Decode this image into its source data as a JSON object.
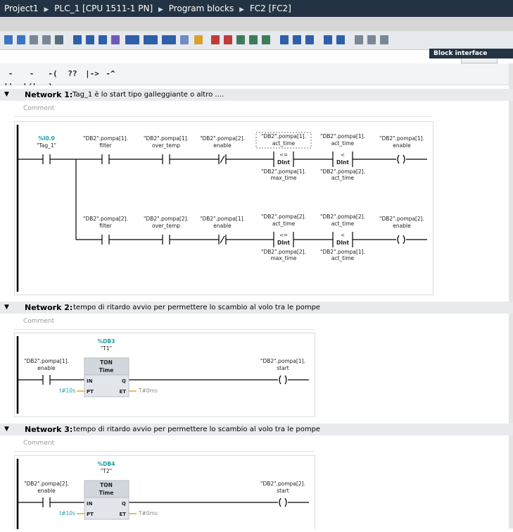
{
  "breadcrumb": [
    "Project1",
    "PLC_1 [CPU 1511-1 PN]",
    "Program blocks",
    "FC2 [FC2]"
  ],
  "block_interface_label": "Block interface",
  "favorites": [
    "-||-",
    "-|/|-",
    "-( )-",
    "??",
    "|->",
    "-^"
  ],
  "comment_placeholder": "Comment",
  "networks": [
    {
      "label": "Network 1:",
      "title": "Tag_1 è lo start tipo galleggiante o altro ...."
    },
    {
      "label": "Network 2:",
      "title": "tempo di ritardo avvio per permettere lo scambio al volo tra le pompe"
    },
    {
      "label": "Network 3:",
      "title": "tempo di ritardo avvio per permettere lo scambio al volo tra le pompe"
    }
  ],
  "n1": {
    "r1": {
      "c1_addr": "%I0.0",
      "c1_name": "\"Tag_1\"",
      "c2_l1": "\"DB2\".pompa[1].",
      "c2_l2": "filter",
      "c3_l1": "\"DB2\".pompa[1].",
      "c3_l2": "over_temp",
      "c4_l1": "\"DB2\".pompa[2].",
      "c4_l2": "enable",
      "cmp1_top1": "\"DB2\".pompa[1].",
      "cmp1_top2": "act_time",
      "cmp1_op": "<=",
      "cmp1_type": "DInt",
      "cmp1_bot1": "\"DB2\".pompa[1].",
      "cmp1_bot2": "max_time",
      "cmp2_top1": "\"DB2\".pompa[1].",
      "cmp2_top2": "act_time",
      "cmp2_op": "<",
      "cmp2_type": "DInt",
      "cmp2_bot1": "\"DB2\".pompa[2].",
      "cmp2_bot2": "act_time",
      "coil_l1": "\"DB2\".pompa[1].",
      "coil_l2": "enable"
    },
    "r2": {
      "c2_l1": "\"DB2\".pompa[2].",
      "c2_l2": "filter",
      "c3_l1": "\"DB2\".pompa[2].",
      "c3_l2": "over_temp",
      "c4_l1": "\"DB2\".pompa[1].",
      "c4_l2": "enable",
      "cmp1_top1": "\"DB2\".pompa[2].",
      "cmp1_top2": "act_time",
      "cmp1_op": "<=",
      "cmp1_type": "DInt",
      "cmp1_bot1": "\"DB2\".pompa[2].",
      "cmp1_bot2": "max_time",
      "cmp2_top1": "\"DB2\".pompa[2].",
      "cmp2_top2": "act_time",
      "cmp2_op": "<",
      "cmp2_type": "DInt",
      "cmp2_bot1": "\"DB2\".pompa[1].",
      "cmp2_bot2": "act_time",
      "coil_l1": "\"DB2\".pompa[2].",
      "coil_l2": "enable"
    }
  },
  "n2": {
    "db": "%DB3",
    "db_name": "\"T1\"",
    "ton": "TON",
    "ton_type": "Time",
    "in": "IN",
    "pt": "PT",
    "q": "Q",
    "et": "ET",
    "pt_val": "t#10s",
    "et_val": "T#0ms",
    "c_l1": "\"DB2\".pompa[1].",
    "c_l2": "enable",
    "coil_l1": "\"DB2\".pompa[1].",
    "coil_l2": "start"
  },
  "n3": {
    "db": "%DB4",
    "db_name": "\"T2\"",
    "ton": "TON",
    "ton_type": "Time",
    "in": "IN",
    "pt": "PT",
    "q": "Q",
    "et": "ET",
    "pt_val": "t#10s",
    "et_val": "T#0ms",
    "c_l1": "\"DB2\".pompa[2].",
    "c_l2": "enable",
    "coil_l1": "\"DB2\".pompa[2].",
    "coil_l2": "start"
  },
  "colors": {
    "accent_teal": "#1a9ca0",
    "titlebar": "#233343",
    "param": "#f0a020"
  }
}
